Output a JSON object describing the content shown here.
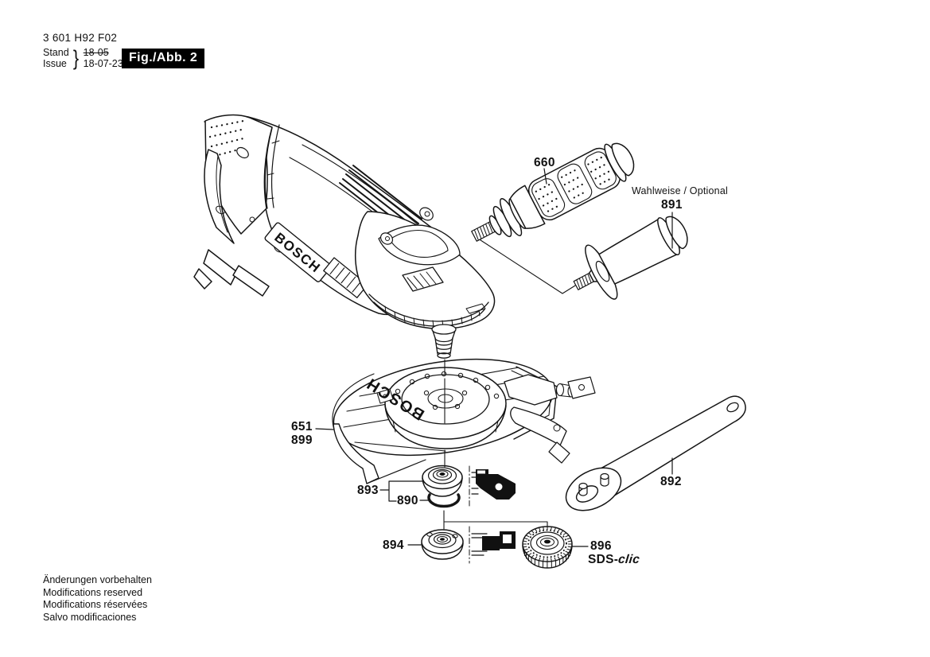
{
  "header": {
    "part_number": "3 601 H92 F02",
    "stand_label": "Stand",
    "issue_label": "Issue",
    "brace": "}",
    "stand_value": "18-05",
    "issue_value": "18-07-23",
    "figure_label": "Fig./Abb. 2"
  },
  "brand": {
    "body_logo": "BOSCH",
    "guard_logo": "BOSCH"
  },
  "parts": {
    "aux_handle": {
      "id": "660"
    },
    "optional_handle": {
      "id": "891",
      "note": "Wahlweise / Optional"
    },
    "guard": {
      "id_primary": "651",
      "id_secondary": "899"
    },
    "backing_flange": {
      "id": "893"
    },
    "o_ring": {
      "id": "890"
    },
    "clamping_nut": {
      "id": "894"
    },
    "quick_nut": {
      "id": "896",
      "system_prefix": "SDS-",
      "system_suffix": "clic"
    },
    "pin_wrench": {
      "id": "892"
    }
  },
  "footer": {
    "lines": [
      "Änderungen vorbehalten",
      "Modifications reserved",
      "Modifications réservées",
      "Salvo modificaciones"
    ]
  },
  "colors": {
    "ink": "#111111",
    "paper": "#ffffff",
    "badge_bg": "#000000",
    "badge_text": "#ffffff"
  }
}
